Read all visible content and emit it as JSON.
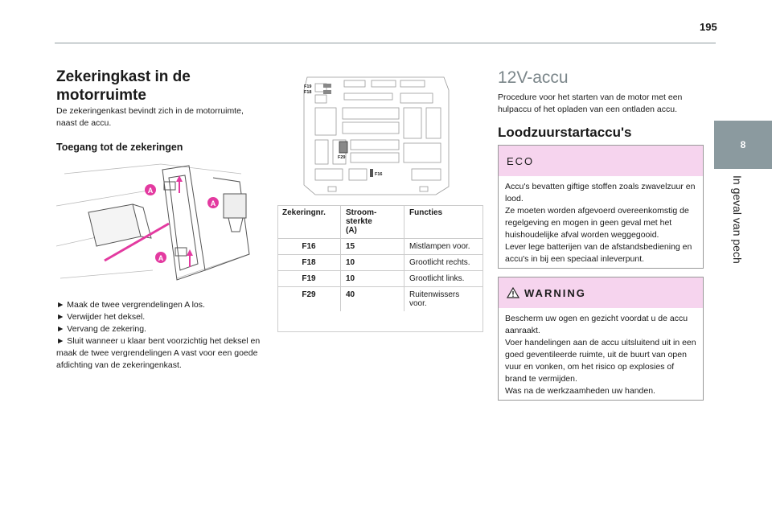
{
  "page": {
    "number": "195"
  },
  "side_tab": {
    "chapter": "8",
    "label": "In geval van pech"
  },
  "left": {
    "title": "Zekeringkast in de motorruimte",
    "intro": "De zekeringenkast bevindt zich in de motorruimte, naast de accu.",
    "subheading": "Toegang tot de zekeringen",
    "callout_label": "A",
    "steps": [
      "► Maak de twee vergrendelingen A los.",
      "► Verwijder het deksel.",
      "► Vervang de zekering.",
      "► Sluit wanneer u klaar bent voorzichtig het deksel en maak de twee vergrendelingen A vast voor een goede afdichting van de zekeringenkast."
    ]
  },
  "middle": {
    "fuse_labels": [
      "F19",
      "F18",
      "F29",
      "F16"
    ],
    "table": {
      "headers": [
        "Zekeringnr.",
        "Stroom-\nsterkte\n(A)",
        "Functies"
      ],
      "rows": [
        [
          "F16",
          "15",
          "Mistlampen voor."
        ],
        [
          "F18",
          "10",
          "Grootlicht rechts."
        ],
        [
          "F19",
          "10",
          "Grootlicht links."
        ],
        [
          "F29",
          "40",
          "Ruitenwissers voor."
        ]
      ]
    }
  },
  "right": {
    "title": "12V-accu",
    "intro": "Procedure voor het starten van de motor met een hulpaccu of het opladen van een ontladen accu.",
    "subheading": "Loodzuurstartaccu's",
    "eco": {
      "label": "ECO",
      "text": "Accu's bevatten giftige stoffen zoals zwavelzuur en lood.\nZe moeten worden afgevoerd overeenkomstig de regelgeving en mogen in geen geval met het huishoudelijke afval worden weggegooid.\nLever lege batterijen van de afstandsbediening en accu's in bij een speciaal inleverpunt."
    },
    "warning": {
      "label": "WARNING",
      "text": "Bescherm uw ogen en gezicht voordat u de accu aanraakt.\nVoer handelingen aan de accu uitsluitend uit in een goed geventileerde ruimte, uit de buurt van open vuur en vonken, om het risico op explosies of brand te vermijden.\nWas na de werkzaamheden uw handen."
    }
  },
  "colors": {
    "tab": "#8b9a9f",
    "box_header": "#f6d4ee",
    "callout": "#e33aa0"
  }
}
